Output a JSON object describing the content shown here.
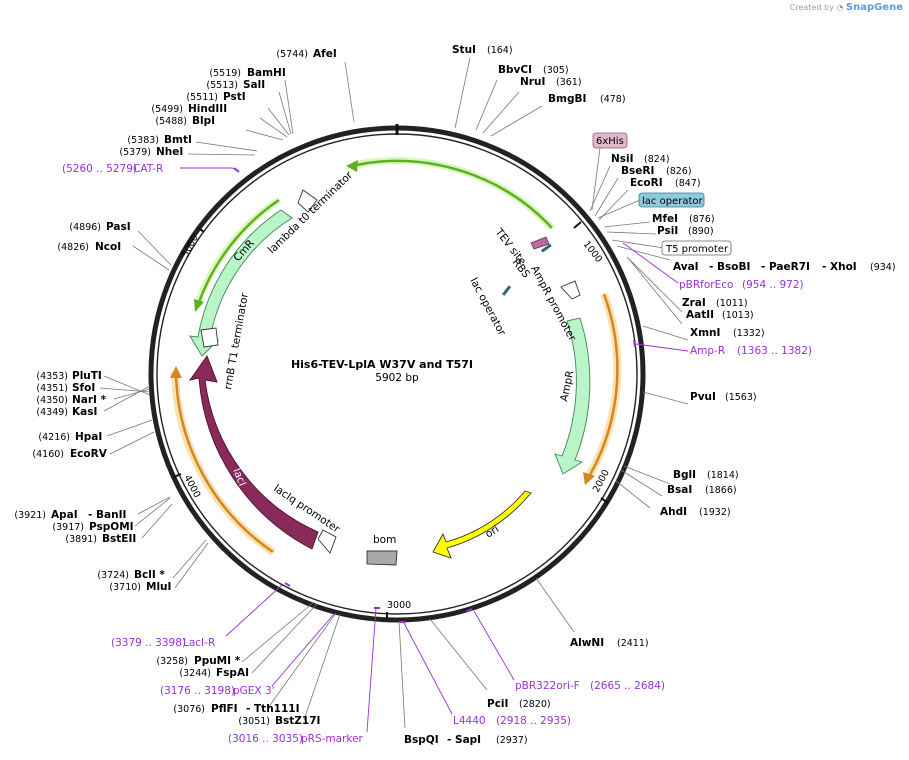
{
  "brand": {
    "prefix": "Created by",
    "name": "SnapGene"
  },
  "plasmid": {
    "name": "His6-TEV-LplA W37V and T57I",
    "size_label": "5902 bp",
    "length": 5902
  },
  "ticks": [
    {
      "label": "1000",
      "pos": 1000
    },
    {
      "label": "2000",
      "pos": 2000
    },
    {
      "label": "3000",
      "pos": 3000
    },
    {
      "label": "4000",
      "pos": 4000
    },
    {
      "label": "5000",
      "pos": 5000
    }
  ],
  "colors": {
    "cmR": "#b9f5c9",
    "ampR": "#b9f5c9",
    "lacI": "#8a2a5a",
    "ori": "#ffff00",
    "bom": "#a9a9a9",
    "terminator": "#ffffff",
    "orf_green": "#6fbf1f",
    "orf_orange": "#e6a23c",
    "primer": "#9d2fd6",
    "his": "#e3b8cc",
    "lacop": "#8ecbe0"
  },
  "sites": [
    {
      "name": "AfeI",
      "pos": "(5744)"
    },
    {
      "name": "StuI",
      "pos": "(164)"
    },
    {
      "name": "BamHI",
      "pos": "(5519)"
    },
    {
      "name": "SalI",
      "pos": "(5513)"
    },
    {
      "name": "PstI",
      "pos": "(5511)"
    },
    {
      "name": "HindIII",
      "pos": "(5499)"
    },
    {
      "name": "BlpI",
      "pos": "(5488)"
    },
    {
      "name": "BmtI",
      "pos": "(5383)"
    },
    {
      "name": "NheI",
      "pos": "(5379)"
    },
    {
      "name": "BbvCI",
      "pos": "(305)"
    },
    {
      "name": "NruI",
      "pos": "(361)"
    },
    {
      "name": "BmgBI",
      "pos": "(478)"
    },
    {
      "name": "NsiI",
      "pos": "(824)"
    },
    {
      "name": "BseRI",
      "pos": "(826)"
    },
    {
      "name": "EcoRI",
      "pos": "(847)"
    },
    {
      "name": "MfeI",
      "pos": "(876)"
    },
    {
      "name": "PsiI",
      "pos": "(890)"
    },
    {
      "name": "AvaI",
      "pos": ""
    },
    {
      "name": "- BsoBI",
      "pos": ""
    },
    {
      "name": "- PaeR7I",
      "pos": ""
    },
    {
      "name": "- XhoI",
      "pos": "(934)"
    },
    {
      "name": "ZraI",
      "pos": "(1011)"
    },
    {
      "name": "AatII",
      "pos": "(1013)"
    },
    {
      "name": "XmnI",
      "pos": "(1332)"
    },
    {
      "name": "PvuI",
      "pos": "(1563)"
    },
    {
      "name": "BglI",
      "pos": "(1814)"
    },
    {
      "name": "BsaI",
      "pos": "(1866)"
    },
    {
      "name": "AhdI",
      "pos": "(1932)"
    },
    {
      "name": "AlwNI",
      "pos": "(2411)"
    },
    {
      "name": "PciI",
      "pos": "(2820)"
    },
    {
      "name": "BspQI",
      "pos": ""
    },
    {
      "name": "- SapI",
      "pos": "(2937)"
    },
    {
      "name": "PasI",
      "pos": "(4896)"
    },
    {
      "name": "NcoI",
      "pos": "(4826)"
    },
    {
      "name": "PluTI",
      "pos": "(4353)"
    },
    {
      "name": "SfoI",
      "pos": "(4351)"
    },
    {
      "name": "NarI *",
      "pos": "(4350)"
    },
    {
      "name": "KasI",
      "pos": "(4349)"
    },
    {
      "name": "HpaI",
      "pos": "(4216)"
    },
    {
      "name": "EcoRV",
      "pos": "(4160)"
    },
    {
      "name": "ApaI",
      "pos": "(3921)"
    },
    {
      "name": "- BanII",
      "pos": ""
    },
    {
      "name": "PspOMI",
      "pos": "(3917)"
    },
    {
      "name": "BstEII",
      "pos": "(3891)"
    },
    {
      "name": "BclI *",
      "pos": "(3724)"
    },
    {
      "name": "MluI",
      "pos": "(3710)"
    },
    {
      "name": "PpuMI *",
      "pos": "(3258)"
    },
    {
      "name": "FspAI",
      "pos": "(3244)"
    },
    {
      "name": "PflFI",
      "pos": "(3076)"
    },
    {
      "name": "- Tth111I",
      "pos": ""
    },
    {
      "name": "BstZ17I",
      "pos": "(3051)"
    }
  ],
  "primers": [
    {
      "name": "CAT-R",
      "range": "(5260 .. 5279)"
    },
    {
      "name": "pBRforEco",
      "range": "(954 .. 972)"
    },
    {
      "name": "Amp-R",
      "range": "(1363 .. 1382)"
    },
    {
      "name": "pBR322ori-F",
      "range": "(2665 .. 2684)"
    },
    {
      "name": "L4440",
      "range": "(2918 .. 2935)"
    },
    {
      "name": "pRS-marker",
      "range": "(3016 .. 3035)"
    },
    {
      "name": "pGEX 3'",
      "range": "(3176 .. 3198)"
    },
    {
      "name": "LacI-R",
      "range": "(3379 .. 3398)"
    }
  ],
  "boxed_features": [
    {
      "name": "6xHis"
    },
    {
      "name": "lac operator"
    },
    {
      "name": "T5 promoter"
    }
  ],
  "features": {
    "CmR": "CmR",
    "lambda_t0": "lambda t0 terminator",
    "rrnB_T1": "rrnB T1 terminator",
    "lacI": "lacI",
    "lacIq": "lacIq promoter",
    "bom": "bom",
    "ori": "ori",
    "AmpR": "AmpR",
    "AmpR_promoter": "AmpR promoter",
    "TEV_site": "TEV site",
    "RBS": "RBS",
    "lac_operator_inner": "lac operator"
  }
}
